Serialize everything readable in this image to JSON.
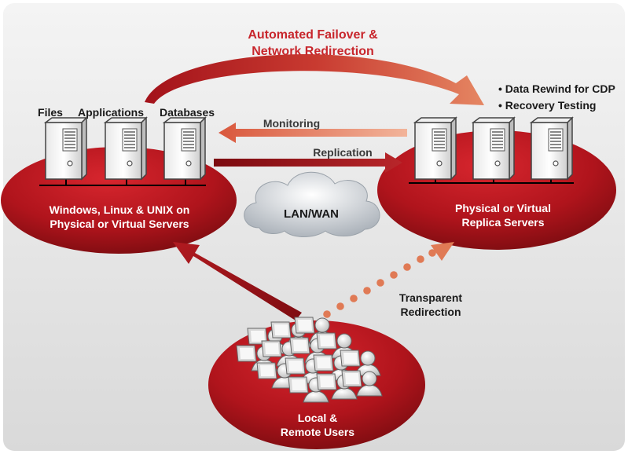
{
  "title_line1": "Automated Failover &",
  "title_line2": "Network Redirection",
  "source_labels": {
    "files": "Files",
    "applications": "Applications",
    "databases": "Databases"
  },
  "bullets": [
    "• Data Rewind for CDP",
    "• Recovery Testing"
  ],
  "monitoring_label": "Monitoring",
  "replication_label": "Replication",
  "network_label": "LAN/WAN",
  "source_desc_line1": "Windows, Linux & UNIX on",
  "source_desc_line2": "Physical or Virtual Servers",
  "replica_desc_line1": "Physical or Virtual",
  "replica_desc_line2": "Replica Servers",
  "redirect_line1": "Transparent",
  "redirect_line2": "Redirection",
  "users_line1": "Local &",
  "users_line2": "Remote Users",
  "colors": {
    "ellipse_red": "#b0141c",
    "arrow_red": "#9e1016",
    "arrow_salmon": "#e07a55",
    "title_red": "#c8262c"
  }
}
